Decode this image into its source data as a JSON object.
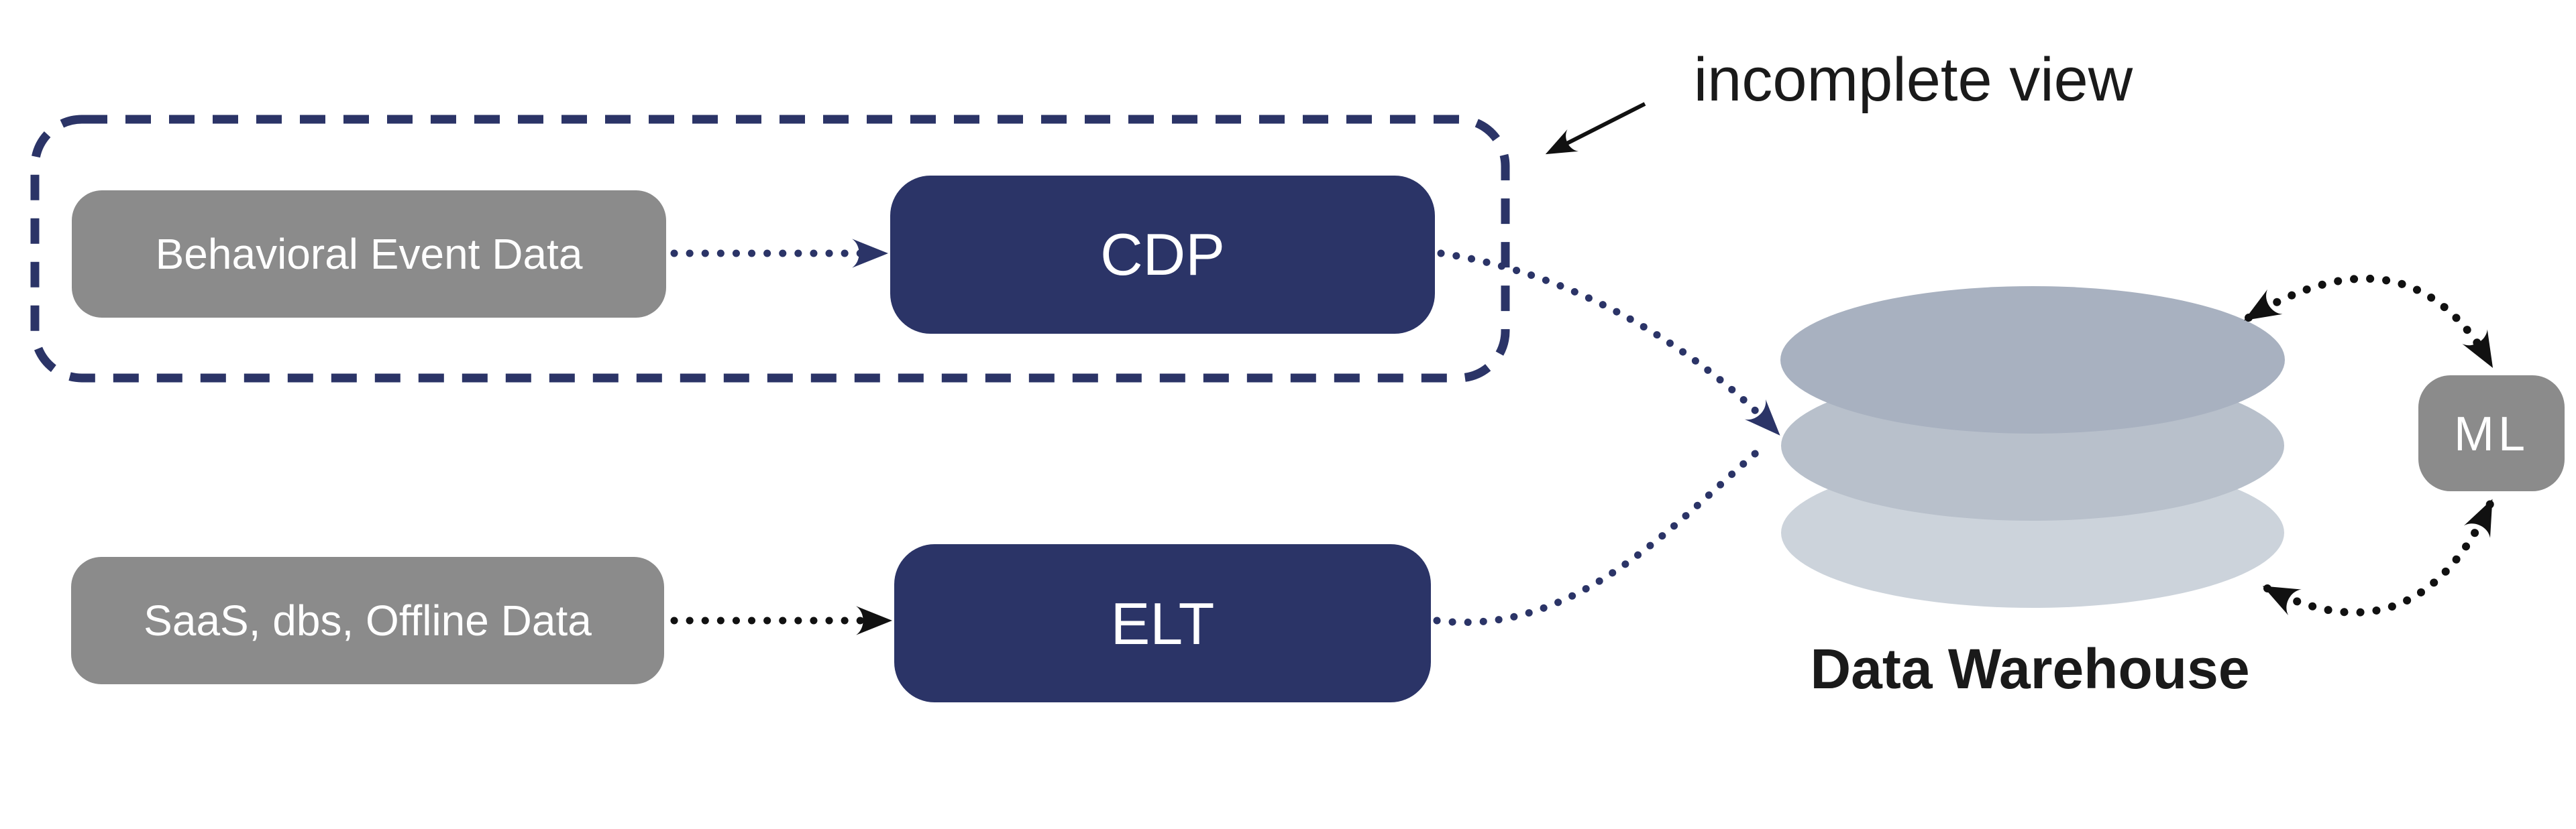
{
  "diagram": {
    "annotation": {
      "label": "incomplete view"
    },
    "nodes": {
      "behavioral": {
        "label": "Behavioral Event Data"
      },
      "cdp": {
        "label": "CDP"
      },
      "saas": {
        "label": "SaaS, dbs, Offline Data"
      },
      "elt": {
        "label": "ELT"
      },
      "warehouse": {
        "label": "Data Warehouse"
      },
      "ml": {
        "label": "ML"
      }
    },
    "edges": {
      "behavioral_to_cdp": "dotted-navy-arrow",
      "saas_to_elt": "dotted-black-arrow",
      "cdp_to_warehouse": "dotted-navy-curve",
      "elt_to_warehouse": "dotted-navy-curve",
      "warehouse_ml_loop_top": "dotted-black-curve-double-arrow",
      "warehouse_ml_loop_bottom": "dotted-black-curve-double-arrow"
    }
  },
  "colors": {
    "background": "#FFFFFF",
    "navy": "#2B3467",
    "gray_node": "#8B8B8B",
    "black_ink": "#111111",
    "text_white": "#FFFFFF",
    "text_dark": "#1A1A1A",
    "cylinder_top": "#A8B1C0",
    "cylinder_middle": "#B8C0CB",
    "cylinder_bottom": "#CCD3DB",
    "none": "none"
  }
}
